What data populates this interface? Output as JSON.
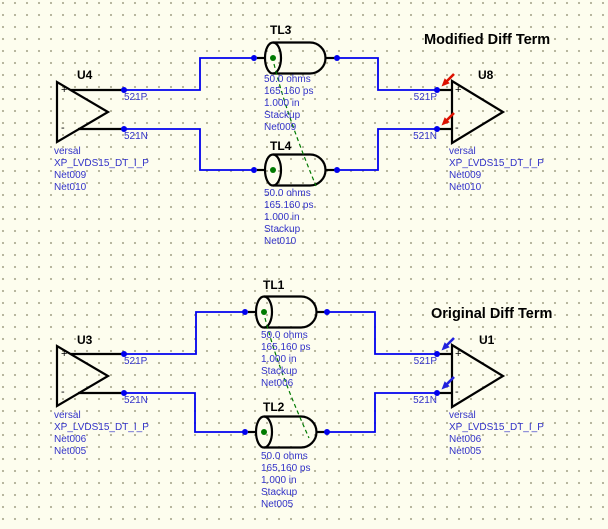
{
  "window": {
    "description": "schematic canvas with two differential LVDS link circuits"
  },
  "symbols": {
    "plus": "+",
    "minus": "-"
  },
  "colors": {
    "background": "#FDFDEE",
    "grid_dot": "#ADAC93",
    "wire": "#0000EE",
    "net_text": "#3232C8",
    "outline": "#000000",
    "coupling_green": "#007A00",
    "probe_arrow_modified": "#DD1100",
    "probe_arrow_original": "#2222DD"
  },
  "circuits": [
    {
      "title": "Modified Diff Term",
      "driver": {
        "ref": "U4",
        "pin_p": "521P",
        "pin_n": "521N",
        "info": [
          "versal",
          "XP_LVDS15_DT_I_P",
          "Net009",
          "Net010"
        ]
      },
      "receiver": {
        "ref": "U8",
        "pin_p": "521P",
        "pin_n": "521N",
        "info": [
          "versal",
          "XP_LVDS15_DT_I_P",
          "Net009",
          "Net010"
        ]
      },
      "tlines": [
        {
          "ref": "TL3",
          "params": [
            "50.0 ohms",
            "165.160 ps",
            "1.000 in",
            "Stackup",
            "Net009"
          ]
        },
        {
          "ref": "TL4",
          "params": [
            "50.0 ohms",
            "165.160 ps",
            "1.000 in",
            "Stackup",
            "Net010"
          ]
        }
      ]
    },
    {
      "title": "Original Diff Term",
      "driver": {
        "ref": "U3",
        "pin_p": "521P",
        "pin_n": "521N",
        "info": [
          "versal",
          "XP_LVDS15_DT_I_P",
          "Net006",
          "Net005"
        ]
      },
      "receiver": {
        "ref": "U1",
        "pin_p": "521P",
        "pin_n": "521N",
        "info": [
          "versal",
          "XP_LVDS15_DT_I_P",
          "Net006",
          "Net005"
        ]
      },
      "tlines": [
        {
          "ref": "TL1",
          "params": [
            "50.0 ohms",
            "165.160 ps",
            "1.000 in",
            "Stackup",
            "Net006"
          ]
        },
        {
          "ref": "TL2",
          "params": [
            "50.0 ohms",
            "165.160 ps",
            "1.000 in",
            "Stackup",
            "Net005"
          ]
        }
      ]
    }
  ]
}
